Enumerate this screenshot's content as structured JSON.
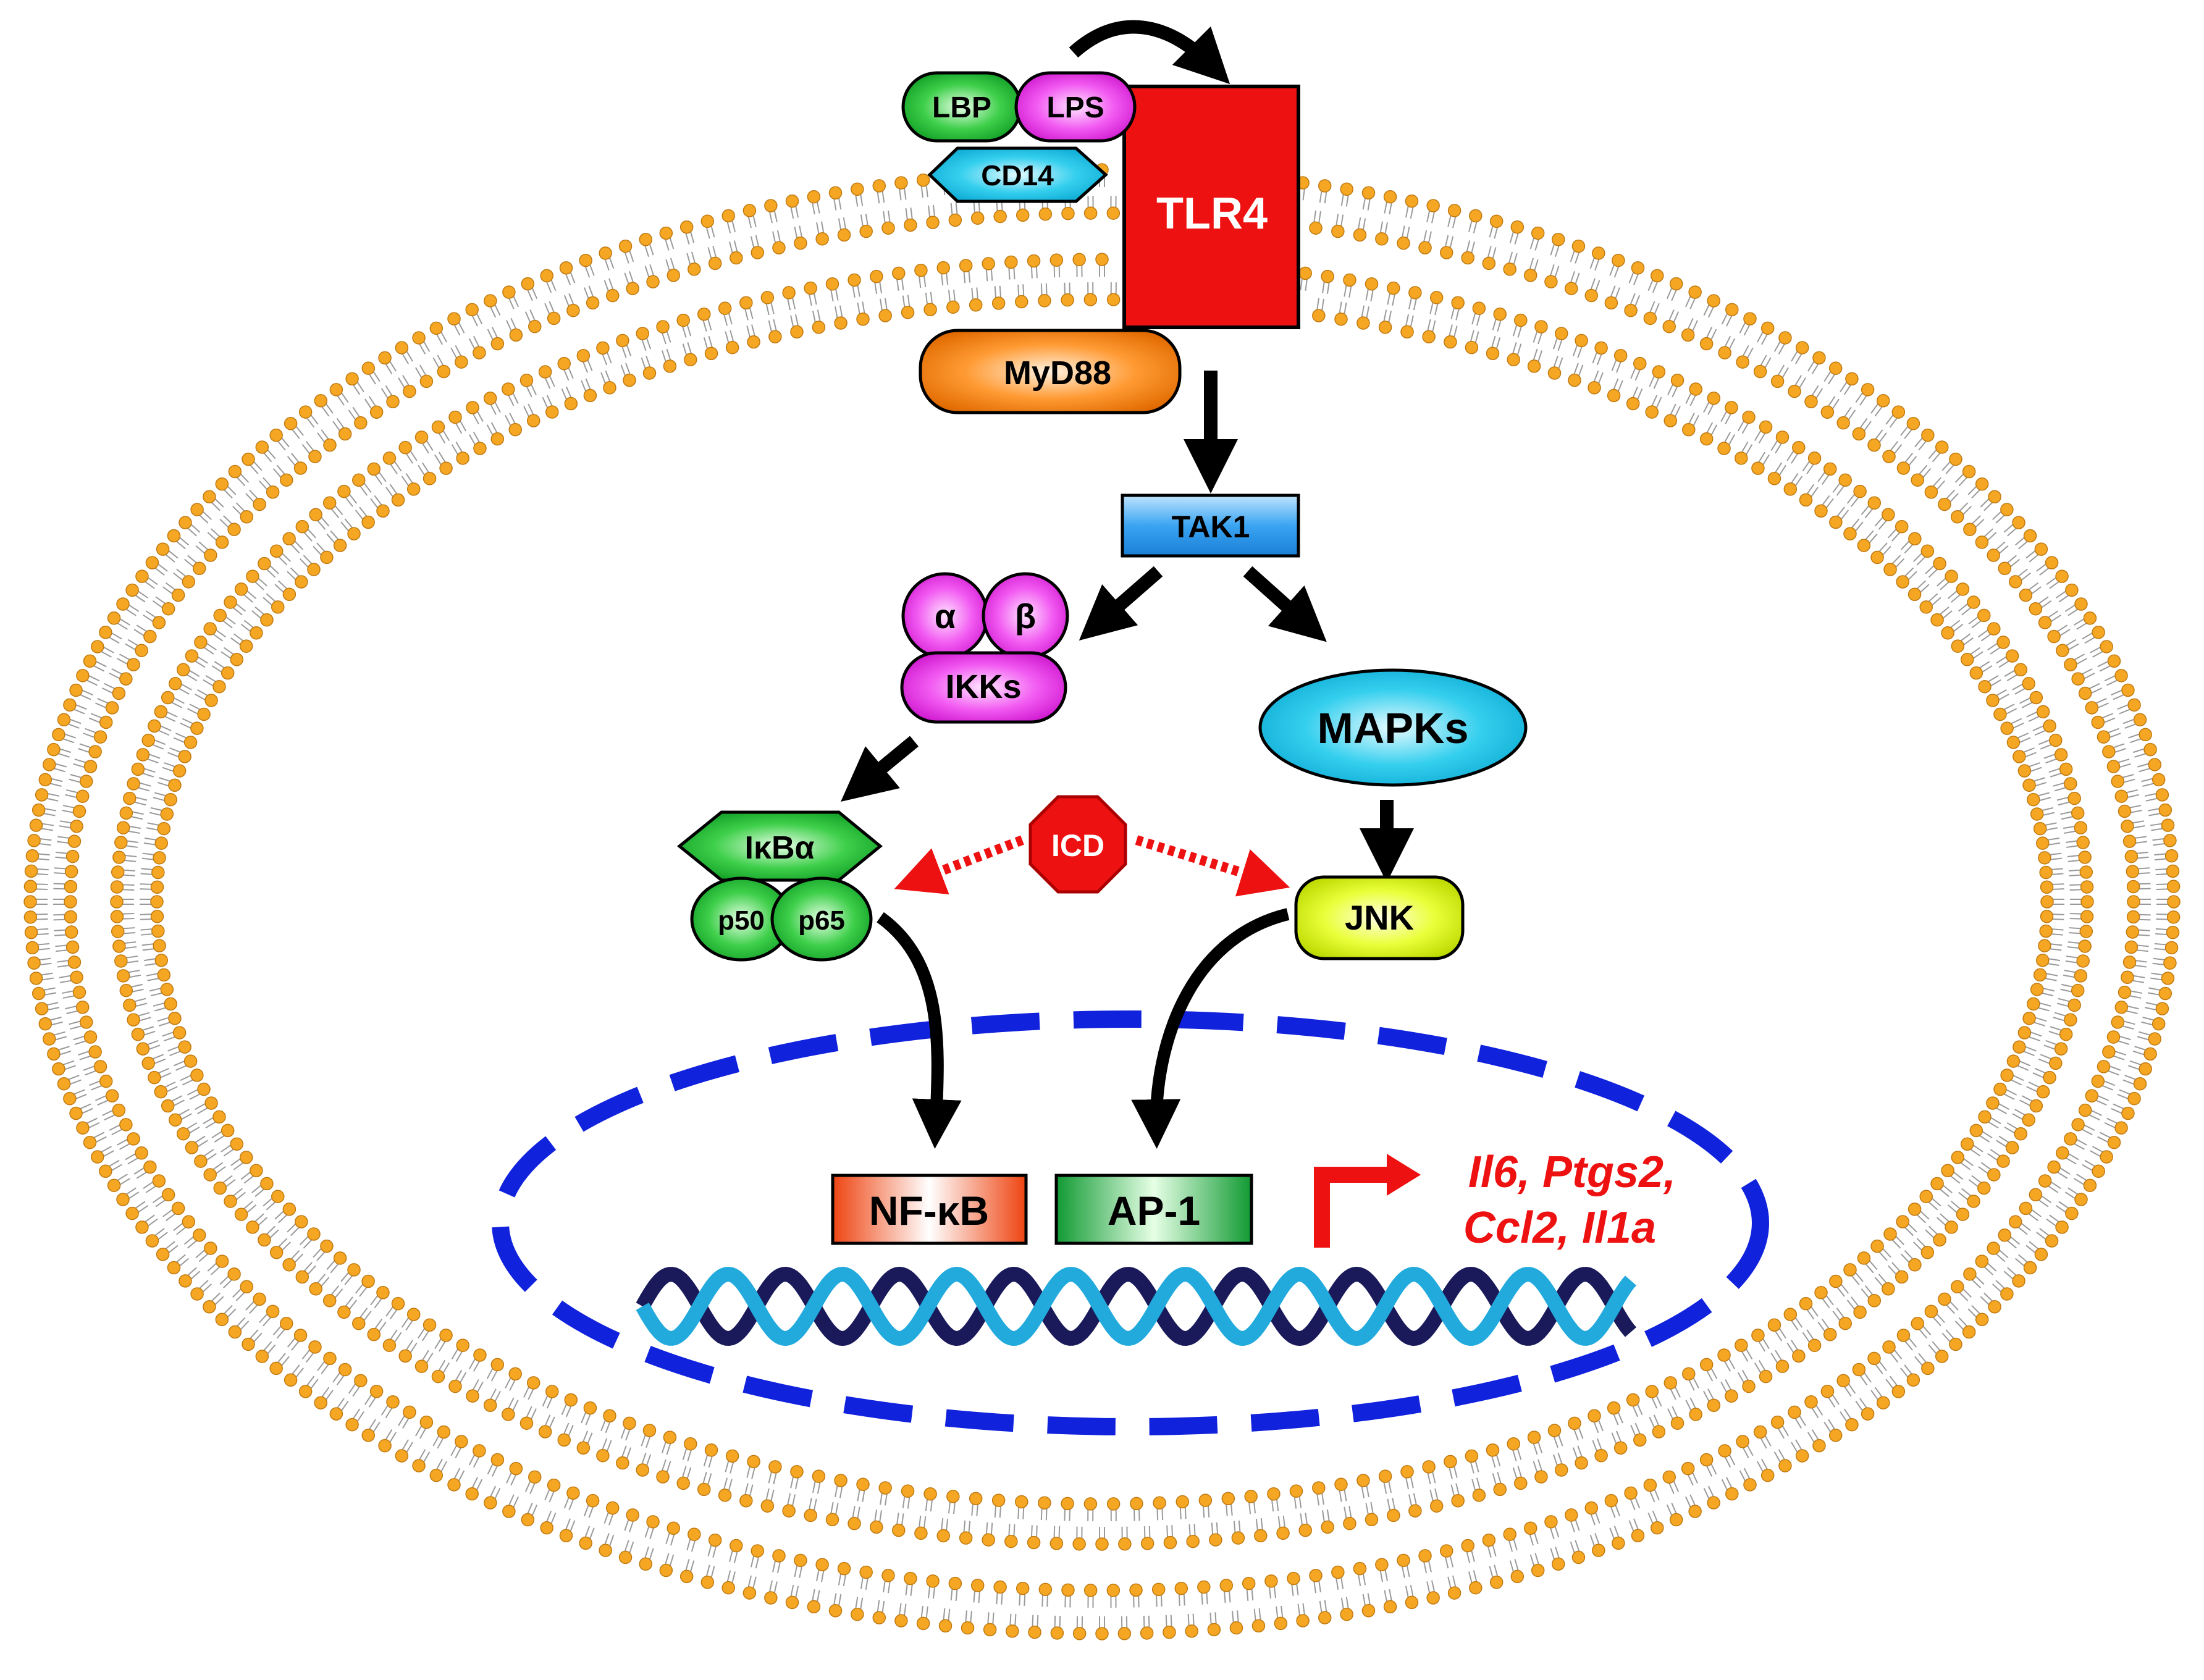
{
  "labels": {
    "lbp": "LBP",
    "lps": "LPS",
    "cd14": "CD14",
    "tlr4": "TLR4",
    "myd88": "MyD88",
    "tak1": "TAK1",
    "ikk_alpha": "α",
    "ikk_beta": "β",
    "ikks": "IKKs",
    "mapks": "MAPKs",
    "ikba": "IκBα",
    "p50": "p50",
    "p65": "p65",
    "icd": "ICD",
    "jnk": "JNK",
    "nfkb": "NF-κB",
    "ap1": "AP-1",
    "genes_line1": "Il6, Ptgs2,",
    "genes_line2": "Ccl2, Il1a"
  },
  "colors": {
    "membrane_head": "#f5a623",
    "membrane_head_stroke": "#c07a10",
    "tail": "#9a9a9a",
    "tlr4": "#ee1111",
    "nucleus": "#1122dd",
    "inhibit_arrow": "#ee1111",
    "gene_text": "#ee1111",
    "dna_light": "#22aadd",
    "dna_dark": "#1a1a5a"
  },
  "icons": {
    "activation_arrow": "black-arrow",
    "inhibition_arrow": "red-dotted-arrow",
    "transcription_arrow": "red-bent-arrow",
    "dna": "double-helix"
  }
}
